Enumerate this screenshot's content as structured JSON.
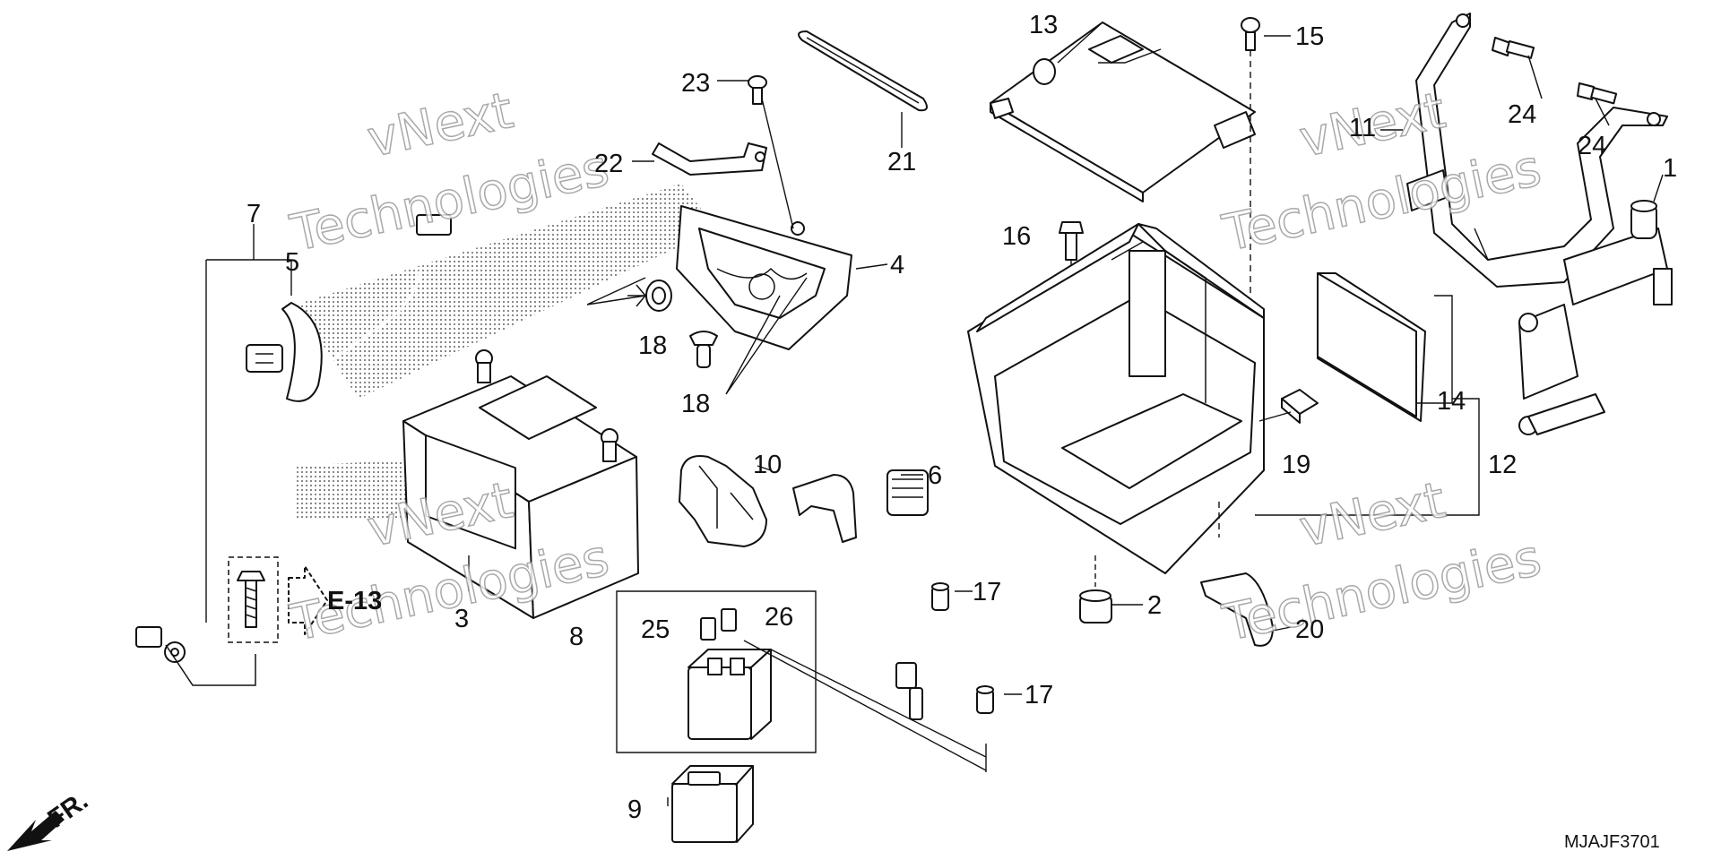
{
  "diagram": {
    "drawing_code": "MJAJF3701",
    "ref_page": "E-13",
    "front_arrow": "FR.",
    "watermark": {
      "line1": "vNext",
      "line2": "Technologies"
    },
    "labels": {
      "p1": "1",
      "p2": "2",
      "p3": "3",
      "p4": "4",
      "p5": "5",
      "p6": "6",
      "p7": "7",
      "p8": "8",
      "p9": "9",
      "p10": "10",
      "p11": "11",
      "p12": "12",
      "p13": "13",
      "p14": "14",
      "p15": "15",
      "p16": "16",
      "p17a": "17",
      "p17b": "17",
      "p18a": "18",
      "p18b": "18",
      "p19": "19",
      "p20": "20",
      "p21": "21",
      "p22": "22",
      "p23": "23",
      "p24a": "24",
      "p24b": "24",
      "p25": "25",
      "p26": "26"
    }
  }
}
